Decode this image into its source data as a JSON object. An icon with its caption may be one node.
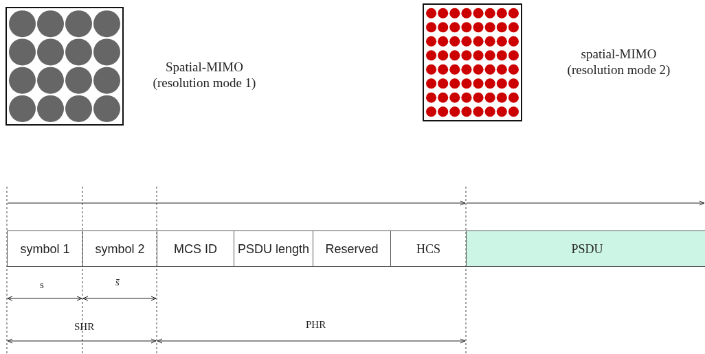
{
  "diagram": {
    "nodes": [
      {
        "text": [],
        "shape": "picture",
        "beside": [
          "Spatial-MIMO (resolution mode 1)"
        ]
      },
      {
        "text": [],
        "shape": "picture",
        "beside": [
          "spatial-MIMO (resolution mode 2)"
        ]
      },
      {
        "text": [
          "symbol 1"
        ]
      },
      {
        "text": [
          "symbol 2"
        ]
      },
      {
        "text": [
          "MCS ID"
        ]
      },
      {
        "text": [
          "PSDU length"
        ]
      },
      {
        "text": [
          "Reserved"
        ]
      },
      {
        "text": [
          "HCS"
        ]
      },
      {
        "text": [
          "PSDU"
        ]
      }
    ],
    "edges": [],
    "labels": [
      "s",
      "s̄",
      "SHR",
      "PHR"
    ]
  }
}
